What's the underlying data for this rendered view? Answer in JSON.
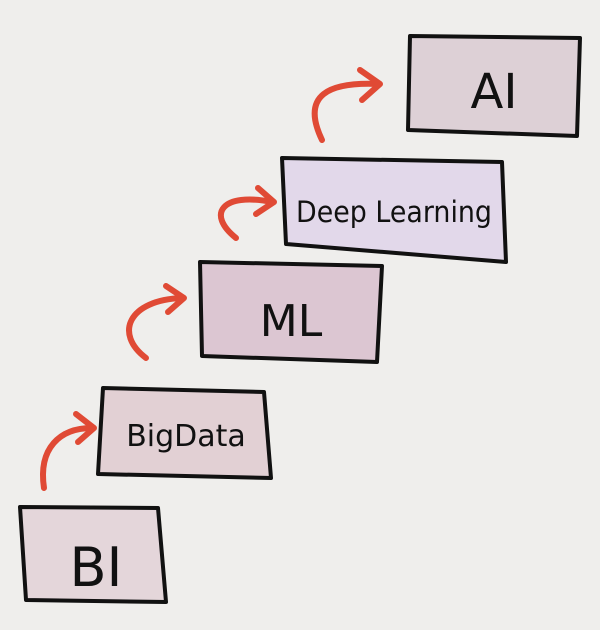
{
  "diagram": {
    "steps": [
      {
        "label": "BI",
        "fill": "#e4d6da"
      },
      {
        "label": "BigData",
        "fill": "#e2d0d4"
      },
      {
        "label": "ML",
        "fill": "#dcc6d2"
      },
      {
        "label": "Deep Learning",
        "fill": "#e2d8ea"
      },
      {
        "label": "AI",
        "fill": "#ddd0d6"
      }
    ],
    "arrow_color": "#e04a35",
    "box_border_color": "#111111",
    "background": "#efeeec"
  }
}
